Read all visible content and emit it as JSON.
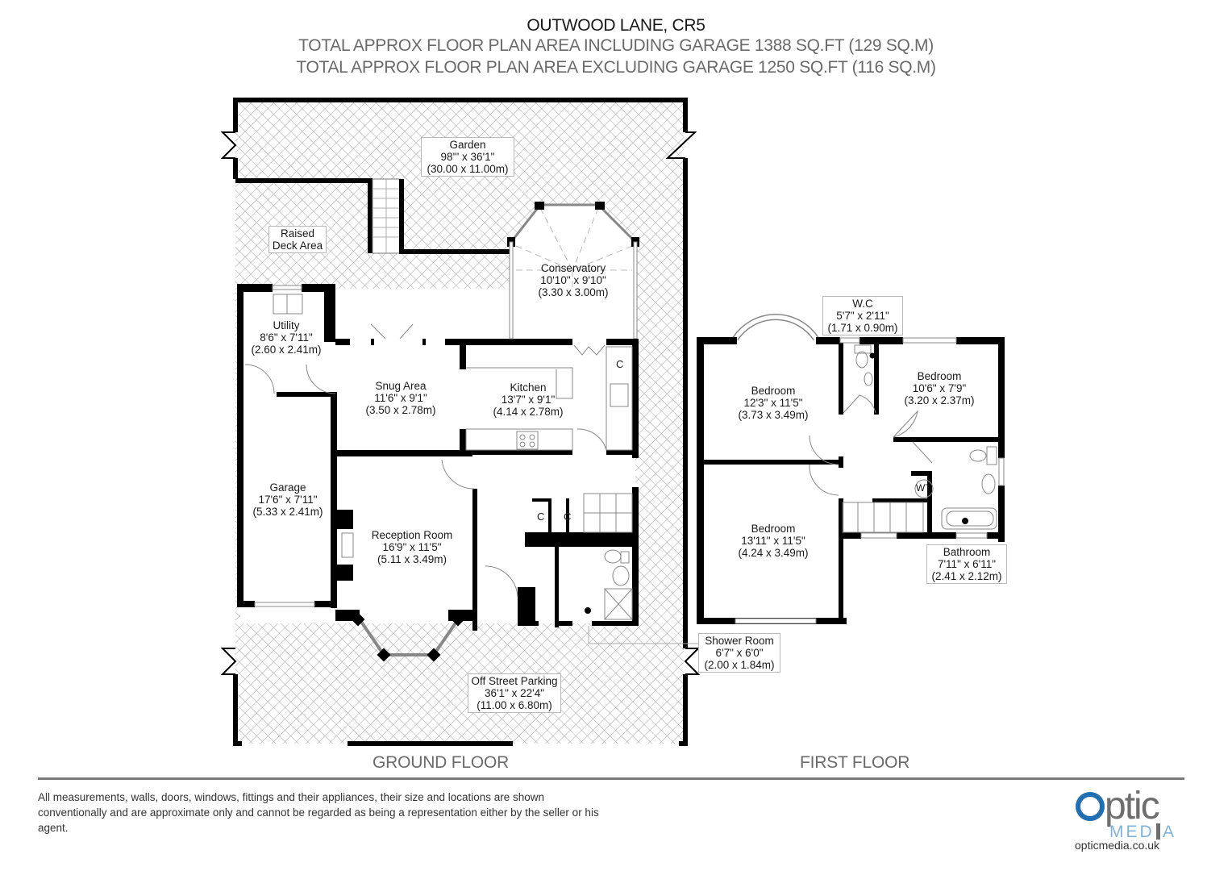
{
  "header": {
    "title": "OUTWOOD LANE, CR5",
    "area_including_garage": "TOTAL APPROX FLOOR PLAN AREA INCLUDING GARAGE 1388 SQ.FT (129 SQ.M)",
    "area_excluding_garage": "TOTAL APPROX FLOOR PLAN AREA EXCLUDING GARAGE 1250 SQ.FT (116 SQ.M)"
  },
  "ground_floor": {
    "label": "GROUND FLOOR",
    "rooms": {
      "garden": {
        "name": "Garden",
        "imperial": "98''' x 36'1\"",
        "metric": "(30.00 x 11.00m)"
      },
      "raised_deck": {
        "name": "Raised",
        "name2": "Deck Area"
      },
      "conservatory": {
        "name": "Conservatory",
        "imperial": "10'10\" x 9'10\"",
        "metric": "(3.30 x 3.00m)"
      },
      "utility": {
        "name": "Utility",
        "imperial": "8'6\" x 7'11\"",
        "metric": "(2.60 x 2.41m)"
      },
      "snug": {
        "name": "Snug Area",
        "imperial": "11'6\" x 9'1\"",
        "metric": "(3.50 x 2.78m)"
      },
      "kitchen": {
        "name": "Kitchen",
        "imperial": "13'7\" x 9'1\"",
        "metric": "(4.14 x 2.78m)"
      },
      "garage": {
        "name": "Garage",
        "imperial": "17'6\" x 7'11\"",
        "metric": "(5.33 x 2.41m)"
      },
      "reception": {
        "name": "Reception Room",
        "imperial": "16'9\" x 11'5\"",
        "metric": "(5.11 x 3.49m)"
      },
      "shower": {
        "name": "Shower Room",
        "imperial": "6'7\" x 6'0\"",
        "metric": "(2.00 x 1.84m)"
      },
      "parking": {
        "name": "Off Street Parking",
        "imperial": "36'1\" x 22'4\"",
        "metric": "(11.00 x 6.80m)"
      }
    },
    "cupboard_marks": [
      "C",
      "C",
      "C"
    ]
  },
  "first_floor": {
    "label": "FIRST FLOOR",
    "rooms": {
      "bedroom1": {
        "name": "Bedroom",
        "imperial": "12'3\" x 11'5\"",
        "metric": "(3.73 x 3.49m)"
      },
      "wc": {
        "name": "W.C",
        "imperial": "5'7\" x 2'11\"",
        "metric": "(1.71 x 0.90m)"
      },
      "bedroom2": {
        "name": "Bedroom",
        "imperial": "10'6\" x 7'9\"",
        "metric": "(3.20 x 2.37m)"
      },
      "bedroom3": {
        "name": "Bedroom",
        "imperial": "13'11\" x 11'5\"",
        "metric": "(4.24 x 3.49m)"
      },
      "bathroom": {
        "name": "Bathroom",
        "imperial": "7'11\" x 6'11\"",
        "metric": "(2.41 x 2.12m)"
      }
    },
    "wt_mark": "WT"
  },
  "footer": {
    "disclaimer": "All measurements, walls, doors, windows, fittings and their appliances, their size and locations are shown conventionally and are approximate only and cannot be regarded as being a representation either by the seller or his agent.",
    "logo": {
      "word_optic": "optic",
      "word_media": "MEDIA",
      "url": "opticmedia.co.uk",
      "brand_blue": "#1f6fb2",
      "media_blue": "#7fb4dc",
      "grey": "#6e6e6e"
    }
  },
  "colors": {
    "wall": "#000000",
    "hatch": "#9a9a9a",
    "label_border": "#b8b8b8",
    "heading_grey": "#6a6a6a"
  }
}
